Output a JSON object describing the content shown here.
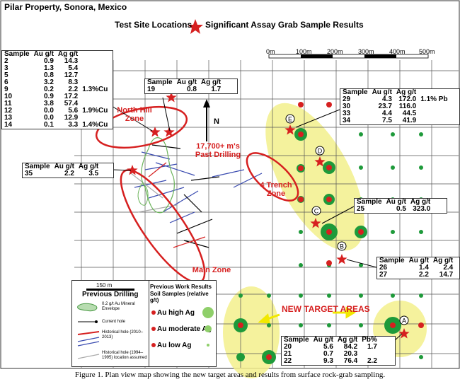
{
  "title": "Pilar Property, Sonora, Mexico",
  "subtitle_left": "Test Site Locations",
  "subtitle_right": "Significant Assay Grab Sample Results",
  "scale_labels": [
    "0m",
    "100m",
    "200m",
    "300m",
    "400m",
    "500m"
  ],
  "north": "N",
  "zones": {
    "north_hill": [
      "North Hill",
      "Zone"
    ],
    "past_drilling": [
      "17,700+ m's",
      "Past Drilling"
    ],
    "trench": [
      "4 Trench",
      "Zone"
    ],
    "main": "Main Zone",
    "new_target": "NEW TARGET AREAS"
  },
  "point_labels": [
    "E",
    "D",
    "C",
    "B",
    "A"
  ],
  "tables": {
    "north_hill": {
      "headers": [
        "Sample",
        "Au g/t",
        "Ag g/t",
        ""
      ],
      "rows": [
        [
          "2",
          "0.9",
          "14.3",
          ""
        ],
        [
          "3",
          "1.3",
          "5.4",
          ""
        ],
        [
          "5",
          "0.8",
          "12.7",
          ""
        ],
        [
          "6",
          "3.2",
          "8.3",
          ""
        ],
        [
          "9",
          "0.2",
          "2.2",
          "1.3%Cu"
        ],
        [
          "10",
          "0.9",
          "17.2",
          ""
        ],
        [
          "11",
          "3.8",
          "57.4",
          ""
        ],
        [
          "12",
          "0.0",
          "5.6",
          "1.9%Cu"
        ],
        [
          "13",
          "0.0",
          "12.9",
          ""
        ],
        [
          "14",
          "0.1",
          "3.3",
          "1.4%Cu"
        ]
      ]
    },
    "s19": {
      "headers": [
        "Sample",
        "Au g/t",
        "Ag g/t"
      ],
      "rows": [
        [
          "19",
          "0.8",
          "1.7"
        ]
      ]
    },
    "s35": {
      "headers": [
        "Sample",
        "Au g/t",
        "Ag g/t"
      ],
      "rows": [
        [
          "35",
          "2.2",
          "3.5"
        ]
      ]
    },
    "e_table": {
      "headers": [
        "Sample",
        "Au g/t",
        "Ag g/t",
        ""
      ],
      "rows": [
        [
          "29",
          "4.3",
          "172.0",
          "1.1% Pb"
        ],
        [
          "30",
          "23.7",
          "116.0",
          ""
        ],
        [
          "33",
          "4.4",
          "44.5",
          ""
        ],
        [
          "34",
          "7.5",
          "41.9",
          ""
        ]
      ]
    },
    "c_table": {
      "headers": [
        "Sample",
        "Au g/t",
        "Ag g/t"
      ],
      "rows": [
        [
          "25",
          "0.5",
          "323.0"
        ]
      ]
    },
    "b_table": {
      "headers": [
        "Sample",
        "Au g/t",
        "Ag g/t"
      ],
      "rows": [
        [
          "26",
          "1.4",
          "2.4"
        ],
        [
          "27",
          "2.2",
          "14.7"
        ]
      ]
    },
    "a_table": {
      "headers": [
        "Sample",
        "Au g/t",
        "Ag g/t",
        "Pb%"
      ],
      "rows": [
        [
          "20",
          "5.6",
          "84.2",
          "1.7"
        ],
        [
          "21",
          "0.7",
          "20.3",
          ""
        ],
        [
          "22",
          "9.3",
          "76.4",
          "2.2"
        ]
      ]
    }
  },
  "legend": {
    "scale": "150 m",
    "drilling_title": "Previous Drilling",
    "items": [
      "0.2 g/t Au Mineral Envelope",
      "Current hole",
      "Historical hole (2010–2013)",
      "Historical hole (1994–1995) location assumed"
    ],
    "results_title": "Previous Work Results",
    "soil_title": "Soil Samples (relative g/t)",
    "soil_items": [
      "Au high Ag",
      "Au moderate Ag",
      "Au low Ag"
    ]
  },
  "caption": "Figure 1. Plan view map showing the new target areas and results from surface rock-grab sampling.",
  "colors": {
    "red": "#d62020",
    "green": "#1e9a3a",
    "light_green": "#8fcf6a",
    "yellow": "#f3f08c",
    "blue": "#3a4bb0"
  }
}
